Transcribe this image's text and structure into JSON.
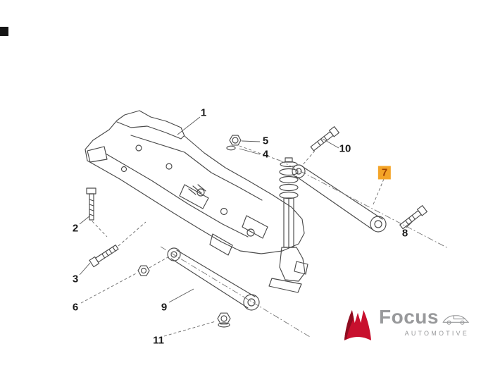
{
  "diagram": {
    "part_labels": {
      "p1": "1",
      "p2": "2",
      "p3": "3",
      "p4": "4",
      "p5": "5",
      "p6": "6",
      "p7": "7",
      "p8": "8",
      "p9": "9",
      "p10": "10",
      "p11": "11"
    },
    "highlighted_part": "7",
    "colors": {
      "line": "#4a4a4a",
      "label": "#1a1a1a",
      "highlight_bg": "#f4a427",
      "highlight_text": "#a04000"
    }
  },
  "logo": {
    "brand": "Focus",
    "tagline": "AUTOMOTIVE",
    "colors": {
      "icon": "#c8102e",
      "text": "#98999b"
    }
  }
}
